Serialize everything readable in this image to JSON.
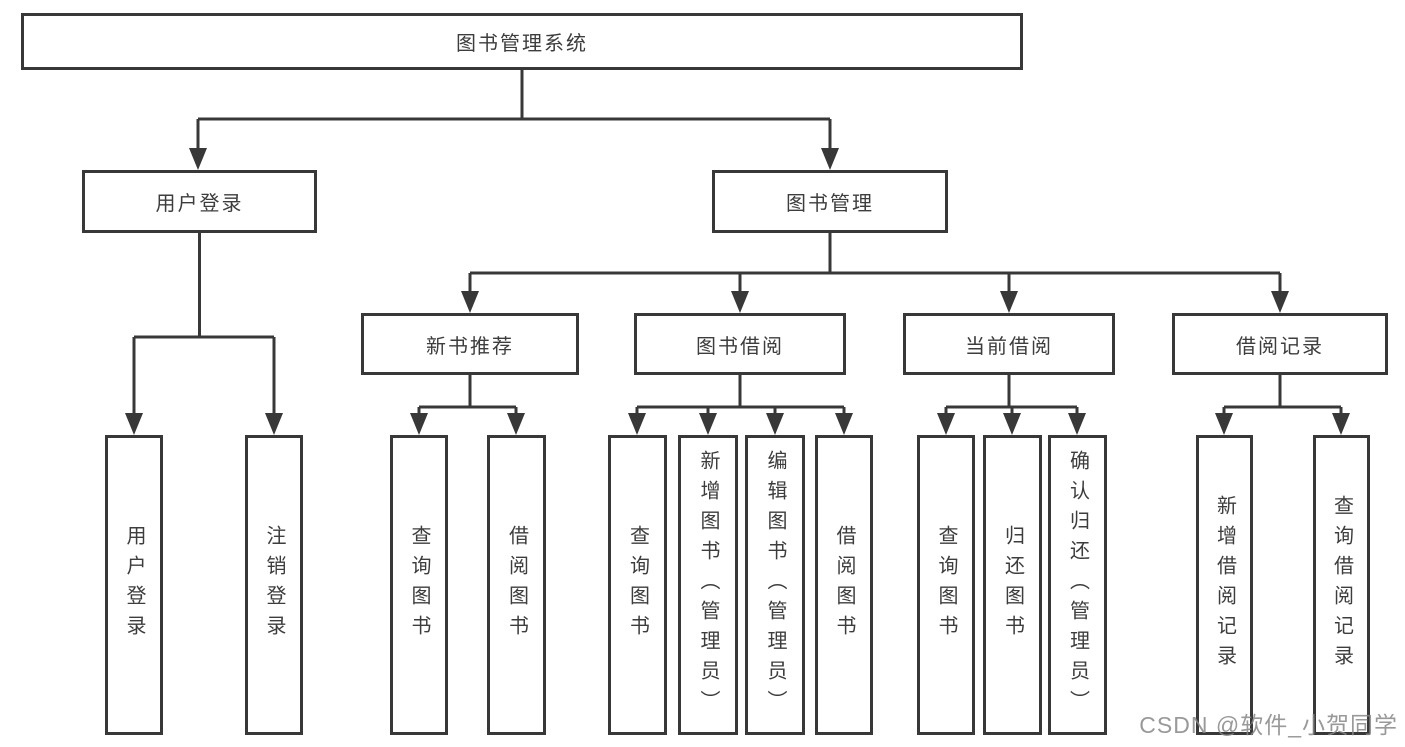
{
  "diagram": {
    "type": "hierarchy-tree",
    "root": {
      "label": "图书管理系统"
    },
    "branches": [
      {
        "label": "用户登录",
        "children": [
          "用户登录",
          "注销登录"
        ]
      },
      {
        "label": "图书管理",
        "sections": [
          {
            "label": "新书推荐",
            "children": [
              "查询图书",
              "借阅图书"
            ]
          },
          {
            "label": "图书借阅",
            "children": [
              "查询图书",
              "新增图书（管理员）",
              "编辑图书（管理员）",
              "借阅图书"
            ]
          },
          {
            "label": "当前借阅",
            "children": [
              "查询图书",
              "归还图书",
              "确认归还（管理员）"
            ]
          },
          {
            "label": "借阅记录",
            "children": [
              "新增借阅记录",
              "查询借阅记录"
            ]
          }
        ]
      }
    ],
    "watermark": "CSDN @软件_小贺同学",
    "colors": {
      "line": "#383838",
      "box_border": "#383838",
      "text": "#3d3d3d",
      "watermark": "#878787",
      "background": "#ffffff"
    }
  }
}
